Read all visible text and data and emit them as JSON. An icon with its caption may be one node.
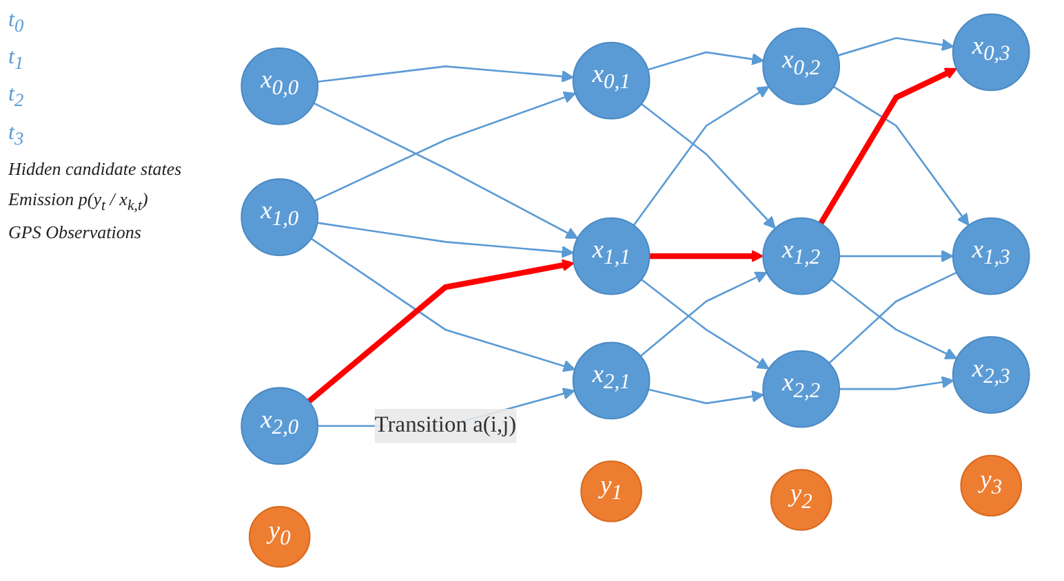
{
  "diagram": {
    "nodes": [
      {
        "text": [
          "x$_{0,0}$"
        ]
      },
      {
        "text": [
          "x$_{0,1}$"
        ]
      },
      {
        "text": [
          "x$_{0,2}$"
        ]
      },
      {
        "text": [
          "x$_{0,3}$"
        ]
      },
      {
        "text": [
          "x$_{1,0}$"
        ]
      },
      {
        "text": [
          "x$_{1,1}$"
        ]
      },
      {
        "text": [
          "x$_{1,2}$"
        ]
      },
      {
        "text": [
          "x$_{1,3}$"
        ]
      },
      {
        "text": [
          "x$_{2,0}$"
        ]
      },
      {
        "text": [
          "x$_{2,1}$"
        ]
      },
      {
        "text": [
          "x$_{2,2}$"
        ]
      },
      {
        "text": [
          "x$_{2,3}$"
        ]
      },
      {
        "text": [
          "y$_{0}$"
        ]
      },
      {
        "text": [
          "y$_{1}$"
        ]
      },
      {
        "text": [
          "y$_{2}$"
        ]
      },
      {
        "text": [
          "y$_{3}$"
        ]
      }
    ],
    "edges": [
      {
        "from": 0,
        "to": 1,
        "arrow": "to"
      },
      {
        "from": 0,
        "to": 5,
        "arrow": "to"
      },
      {
        "from": 4,
        "to": 1,
        "arrow": "to"
      },
      {
        "from": 4,
        "to": 5,
        "arrow": "to"
      },
      {
        "from": 4,
        "to": 9,
        "arrow": "to"
      },
      {
        "from": 8,
        "to": 5,
        "arrow": "to",
        "style": "thick",
        "color": "#ff0000"
      },
      {
        "from": 8,
        "to": 9,
        "arrow": "to",
        "label": "Transition a(i,j)"
      },
      {
        "from": 1,
        "to": 2,
        "arrow": "to"
      },
      {
        "from": 1,
        "to": 6,
        "arrow": "to"
      },
      {
        "from": 5,
        "to": 2,
        "arrow": "to"
      },
      {
        "from": 5,
        "to": 6,
        "arrow": "to",
        "style": "thick",
        "color": "#ff0000"
      },
      {
        "from": 5,
        "to": 10,
        "arrow": "to"
      },
      {
        "from": 9,
        "to": 6,
        "arrow": "to"
      },
      {
        "from": 9,
        "to": 10,
        "arrow": "to"
      },
      {
        "from": 2,
        "to": 3,
        "arrow": "to"
      },
      {
        "from": 2,
        "to": 7,
        "arrow": "to"
      },
      {
        "from": 6,
        "to": 3,
        "arrow": "to",
        "style": "thick",
        "color": "#ff0000"
      },
      {
        "from": 6,
        "to": 7,
        "arrow": "to"
      },
      {
        "from": 6,
        "to": 11,
        "arrow": "to"
      },
      {
        "from": 10,
        "to": 7,
        "arrow": "none"
      },
      {
        "from": 10,
        "to": 11,
        "arrow": "to"
      }
    ],
    "labels": [
      "t$_{0}$",
      "t$_{1}$",
      "t$_{2}$",
      "t$_{3}$",
      "Hidden candidate states",
      "Emission p(y$_{t}$ / x$_{k,t}$)",
      "GPS Observations"
    ]
  }
}
